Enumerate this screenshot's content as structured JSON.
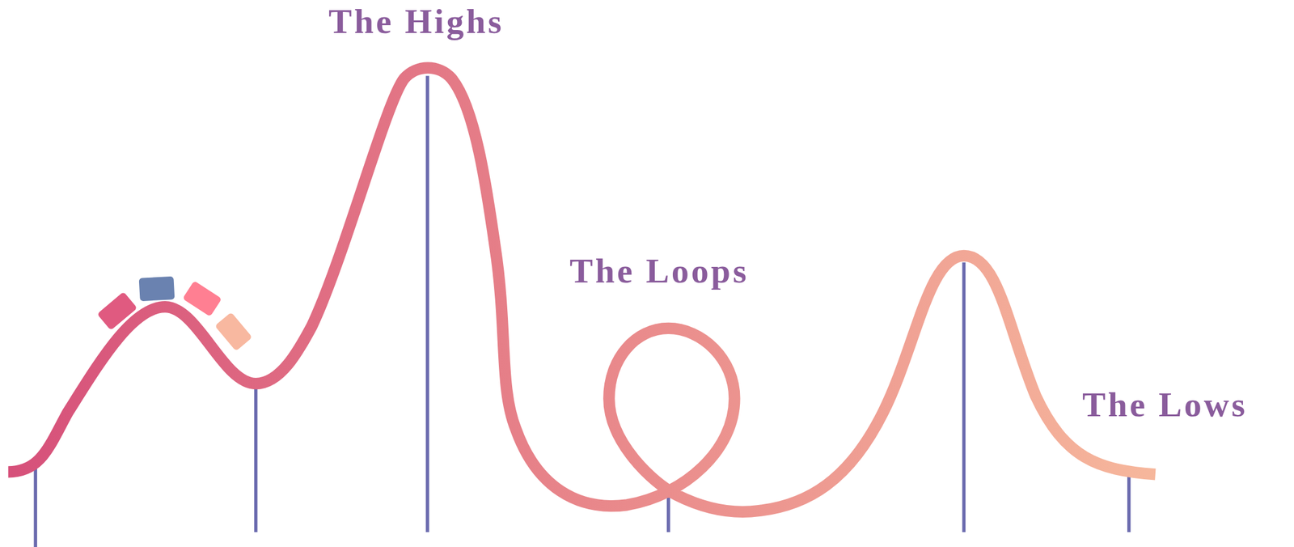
{
  "diagram": {
    "labels": [
      "The Highs",
      "The Loops",
      "The Lows"
    ]
  }
}
